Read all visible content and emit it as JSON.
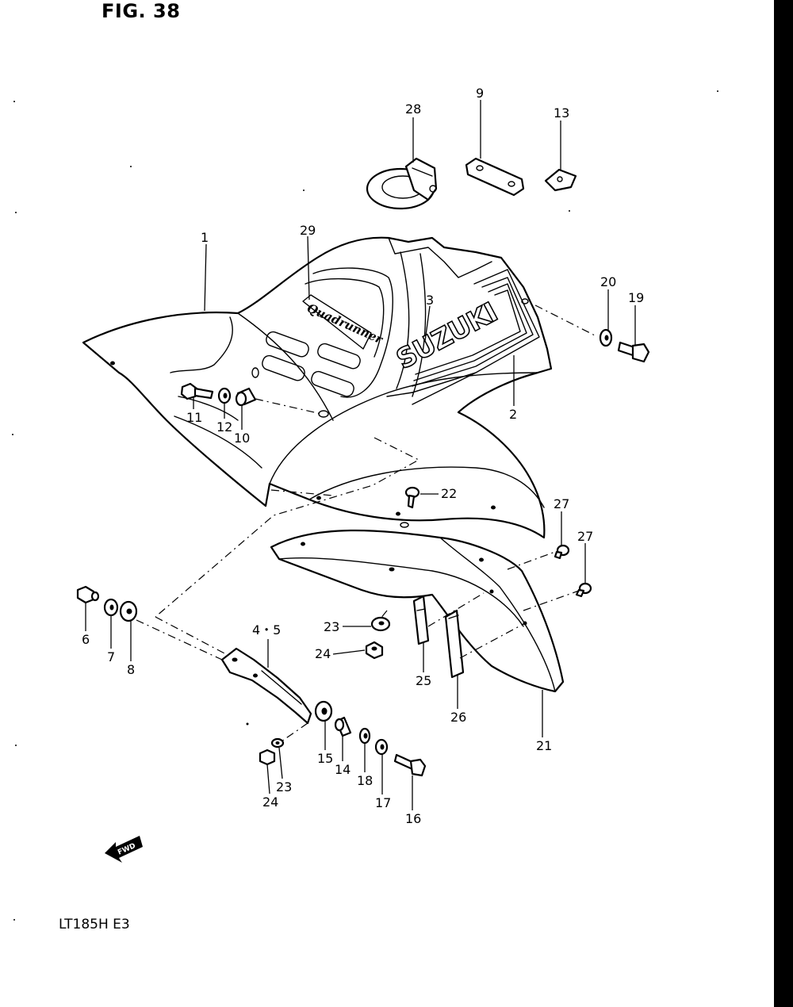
{
  "figure": {
    "title": "FIG. 38",
    "model": "LT185H E3",
    "forward_marker": "FWD",
    "logos": [
      "SUZUKI",
      "Quadrunner"
    ]
  },
  "callouts": [
    {
      "id": "c1",
      "label": "1"
    },
    {
      "id": "c2",
      "label": "2"
    },
    {
      "id": "c3",
      "label": "3"
    },
    {
      "id": "c45",
      "label": "4・5"
    },
    {
      "id": "c6",
      "label": "6"
    },
    {
      "id": "c7",
      "label": "7"
    },
    {
      "id": "c8",
      "label": "8"
    },
    {
      "id": "c9",
      "label": "9"
    },
    {
      "id": "c10",
      "label": "10"
    },
    {
      "id": "c11",
      "label": "11"
    },
    {
      "id": "c12",
      "label": "12"
    },
    {
      "id": "c13",
      "label": "13"
    },
    {
      "id": "c14",
      "label": "14"
    },
    {
      "id": "c15",
      "label": "15"
    },
    {
      "id": "c16",
      "label": "16"
    },
    {
      "id": "c17",
      "label": "17"
    },
    {
      "id": "c18",
      "label": "18"
    },
    {
      "id": "c19",
      "label": "19"
    },
    {
      "id": "c20",
      "label": "20"
    },
    {
      "id": "c21",
      "label": "21"
    },
    {
      "id": "c22",
      "label": "22"
    },
    {
      "id": "c23a",
      "label": "23"
    },
    {
      "id": "c23b",
      "label": "23"
    },
    {
      "id": "c24a",
      "label": "24"
    },
    {
      "id": "c24b",
      "label": "24"
    },
    {
      "id": "c25",
      "label": "25"
    },
    {
      "id": "c26",
      "label": "26"
    },
    {
      "id": "c27a",
      "label": "27"
    },
    {
      "id": "c27b",
      "label": "27"
    },
    {
      "id": "c28",
      "label": "28"
    },
    {
      "id": "c29",
      "label": "29"
    }
  ]
}
